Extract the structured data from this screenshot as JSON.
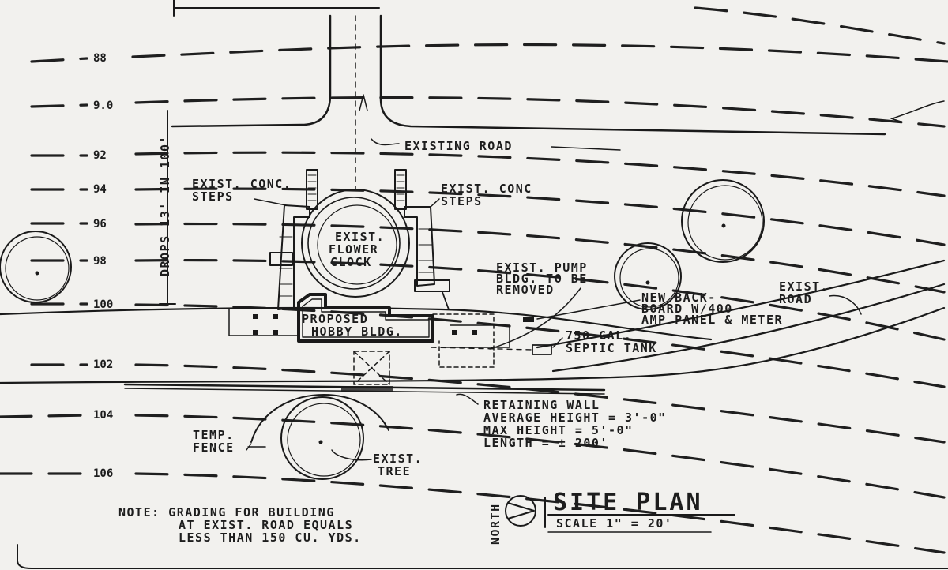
{
  "drawing": {
    "elevations": [
      "88",
      "9.0",
      "92",
      "94",
      "96",
      "98",
      "100",
      "102",
      "104",
      "106"
    ],
    "slope_note": "DROPS 13' IN 100'",
    "labels": {
      "existing_road": "EXISTING ROAD",
      "exist_steps_left": [
        "EXIST. CONC.",
        "STEPS"
      ],
      "exist_steps_right": [
        "EXIST. CONC",
        "STEPS"
      ],
      "flower_clock": [
        "EXIST.",
        "FLOWER",
        "CLOCK"
      ],
      "pump_bldg": [
        "EXIST. PUMP",
        "BLDG. TO BE",
        "REMOVED"
      ],
      "backboard": [
        "NEW BACK-",
        "BOARD W/400",
        "AMP PANEL & METER"
      ],
      "exist_road_right": [
        "EXIST.",
        "ROAD"
      ],
      "hobby_bldg": [
        "PROPOSED",
        "HOBBY BLDG."
      ],
      "septic": [
        "750 GAL.",
        "SEPTIC TANK"
      ],
      "retaining_wall": [
        "RETAINING WALL",
        "AVERAGE HEIGHT = 3'-0\"",
        "MAX HEIGHT = 5'-0\"",
        "LENGTH = ± 200'"
      ],
      "temp_fence": [
        "TEMP.",
        "FENCE"
      ],
      "exist_tree": [
        "EXIST.",
        "TREE"
      ],
      "note": [
        "NOTE: GRADING FOR BUILDING",
        "AT EXIST. ROAD EQUALS",
        "LESS THAN 150 CU. YDS."
      ]
    },
    "north_label": "NORTH",
    "title": "SITE PLAN",
    "scale": "SCALE 1\" = 20'"
  }
}
